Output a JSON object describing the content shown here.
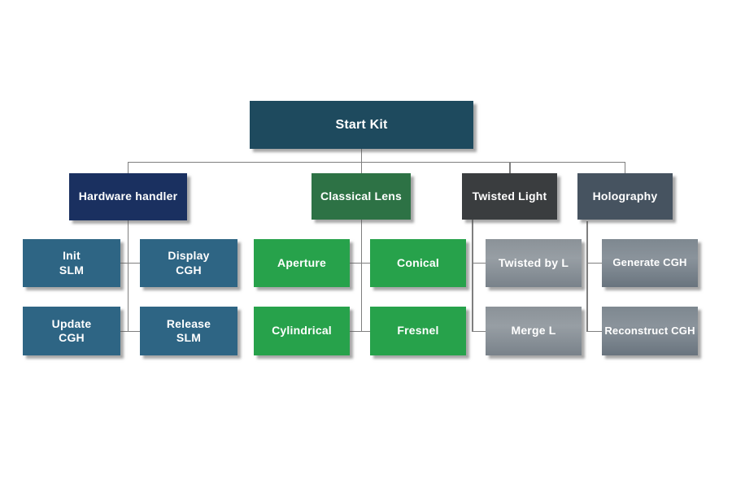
{
  "diagram": {
    "type": "org-chart-flow-diagram",
    "root": {
      "label": "Start Kit"
    },
    "branches": [
      {
        "label": "Hardware handler",
        "children": [
          {
            "label": "Init\nSLM"
          },
          {
            "label": "Display\nCGH"
          },
          {
            "label": "Update\nCGH"
          },
          {
            "label": "Release\nSLM"
          }
        ]
      },
      {
        "label": "Classical Lens",
        "children": [
          {
            "label": "Aperture"
          },
          {
            "label": "Conical"
          },
          {
            "label": "Cylindrical"
          },
          {
            "label": "Fresnel"
          }
        ]
      },
      {
        "label": "Twisted Light",
        "children": [
          {
            "label": "Twisted by L"
          },
          {
            "label": "Merge L"
          }
        ]
      },
      {
        "label": "Holography",
        "children": [
          {
            "label": "Generate CGH"
          },
          {
            "label": "Reconstruct CGH"
          }
        ]
      }
    ],
    "colors": {
      "root": "#1E4A5E",
      "hardware_branch": "#1A3060",
      "hardware_children": "#2E6584",
      "classical_branch": "#2D7245",
      "classical_children": "#27A24B",
      "twisted_branch": "#3A3D3F",
      "twisted_children_gradient": [
        "#8B9298",
        "#979EA4",
        "#79828A"
      ],
      "holography_branch": "#465360",
      "holography_children_gradient": [
        "#7E8890",
        "#8A939B",
        "#69747E"
      ],
      "connector": "#7F7F7F",
      "text": "#FFFFFF",
      "background": "#FFFFFF"
    }
  }
}
